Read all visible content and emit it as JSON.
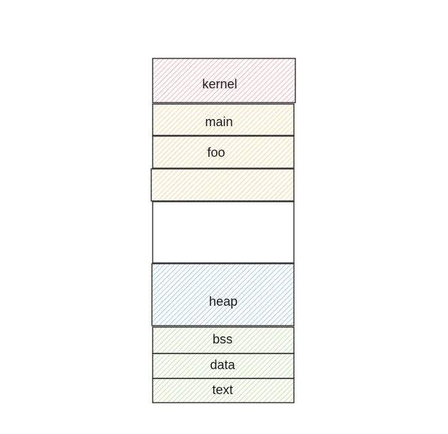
{
  "diagram": {
    "segments": [
      {
        "label": "kernel",
        "color": "#f4a3ab"
      },
      {
        "label": "main",
        "color": "#f6cf7a"
      },
      {
        "label": "foo",
        "color": "#f6cf7a"
      },
      {
        "label": "",
        "color": "#f6cf7a"
      },
      {
        "label": "",
        "color": ""
      },
      {
        "label": "heap",
        "color": "#93bfe6"
      },
      {
        "label": "bss",
        "color": "#b5dc8c"
      },
      {
        "label": "data",
        "color": "#b5dc8c"
      },
      {
        "label": "text",
        "color": "#b5dc8c"
      }
    ]
  }
}
